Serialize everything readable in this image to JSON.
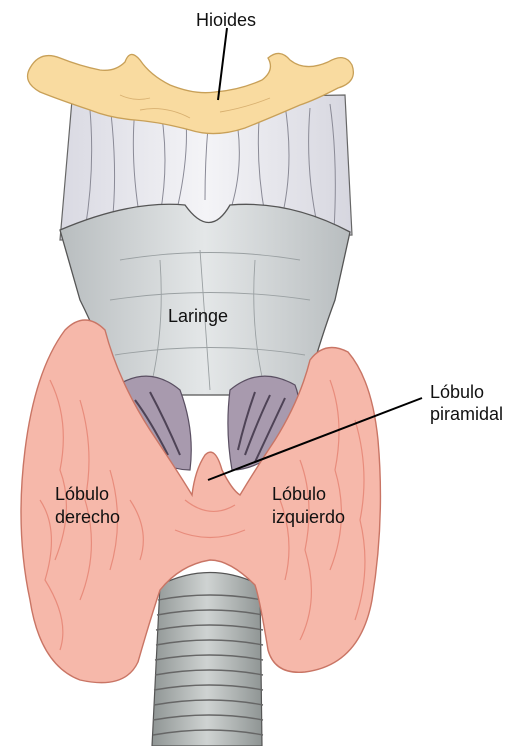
{
  "labels": {
    "hyoid": "Hioides",
    "larynx": "Laringe",
    "pyramidal_line1": "Lóbulo",
    "pyramidal_line2": "piramidal",
    "right_lobe_line1": "Lóbulo",
    "right_lobe_line2": "derecho",
    "left_lobe_line1": "Lóbulo",
    "left_lobe_line2": "izquierdo"
  },
  "colors": {
    "hyoid": "#f7d89c",
    "tissue": "#e8e8ee",
    "larynx": "#cfd4d6",
    "thyroid": "#f4b3a4",
    "thyroid_vessel": "#e88c7c",
    "muscle": "#8c7f95",
    "trachea": "#a6acab",
    "leader_line": "#000000"
  }
}
